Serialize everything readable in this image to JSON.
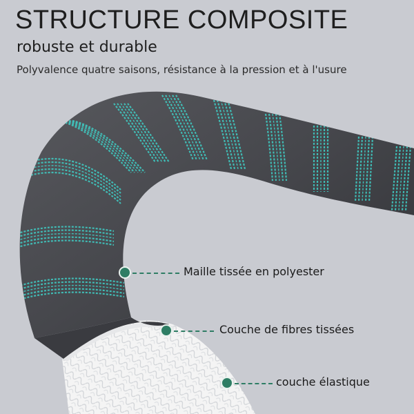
{
  "header": {
    "title": "STRUCTURE COMPOSITE",
    "subtitle": "robuste et durable",
    "tagline": "Polyvalence quatre saisons, résistance à la pression et à l'usure"
  },
  "callouts": [
    {
      "label": "Maille tissée en polyester",
      "icon": "callout-dot-icon"
    },
    {
      "label": "Couche de fibres tissées",
      "icon": "callout-dot-icon"
    },
    {
      "label": "couche élastique",
      "icon": "callout-dot-icon"
    }
  ],
  "colors": {
    "background": "#c9cbd1",
    "hose_outer": "#4a4b50",
    "stripe": "#3fc8c0",
    "inner_layer": "#f2f2f2",
    "callout": "#2e7d64"
  }
}
